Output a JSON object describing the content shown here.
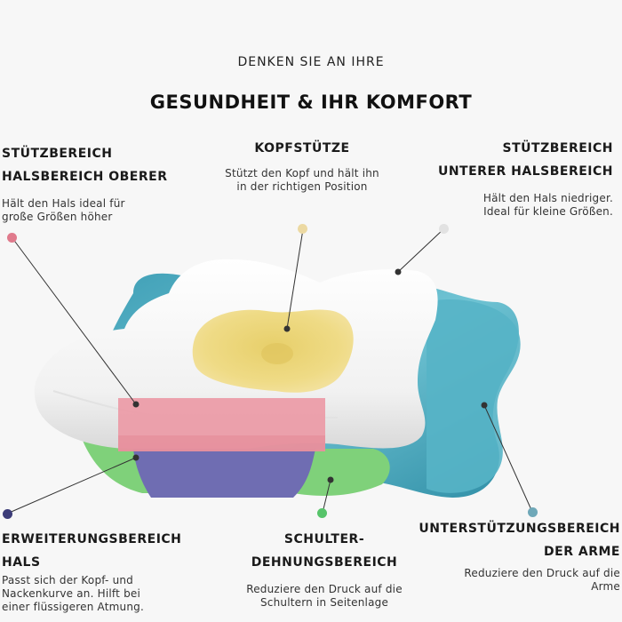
{
  "header": {
    "kicker": "DENKEN SIE AN IHRE",
    "headline": "GESUNDHEIT & IHR KOMFORT"
  },
  "callouts": {
    "top_left": {
      "title_line1": "STÜTZBEREICH",
      "title_line2": "HALSBEREICH OBERER",
      "desc_line1": "Hält den Hals ideal für",
      "desc_line2": "große Größen höher",
      "dot_color": "#e07a8c"
    },
    "top_center": {
      "title": "KOPFSTÜTZE",
      "desc_line1": "Stützt den Kopf und hält ihn",
      "desc_line2": "in der richtigen Position",
      "dot_color": "#ecd9a2"
    },
    "top_right": {
      "title_line1": "STÜTZBEREICH",
      "title_line2": "UNTERER HALSBEREICH",
      "desc_line1": "Hält den Hals niedriger.",
      "desc_line2": "Ideal für kleine Größen.",
      "dot_color": "#e2e2e2"
    },
    "bottom_left": {
      "title_line1": "ERWEITERUNGSBEREICH",
      "title_line2": "HALS",
      "desc_line1": "Passt sich der Kopf- und",
      "desc_line2": "Nackenkurve an. Hilft bei",
      "desc_line3": "einer flüssigeren Atmung.",
      "dot_color": "#3c3c78"
    },
    "bottom_center": {
      "title_line1": "SCHULTER-",
      "title_line2": "DEHNUNGSBEREICH",
      "desc_line1": "Reduziere den Druck auf die",
      "desc_line2": "Schultern in Seitenlage",
      "dot_color": "#57c46a"
    },
    "bottom_right": {
      "title_line1": "UNTERSTÜTZUNGSBEREICH",
      "title_line2": "DER ARME",
      "desc_line1": "Reduziere den Druck auf die",
      "desc_line2": "Arme",
      "dot_color": "#6fa8b8"
    }
  },
  "colors": {
    "pillow_cover": "#fbfbfb",
    "pillow_base": "#4fb3c6",
    "head_zone": "#ecd881",
    "neck_zone": "#ec9aa6",
    "extension_zone": "#6f6db2",
    "shoulder_zone": "#7fd17a"
  },
  "illustration": {
    "name": "pillow-illustration"
  }
}
